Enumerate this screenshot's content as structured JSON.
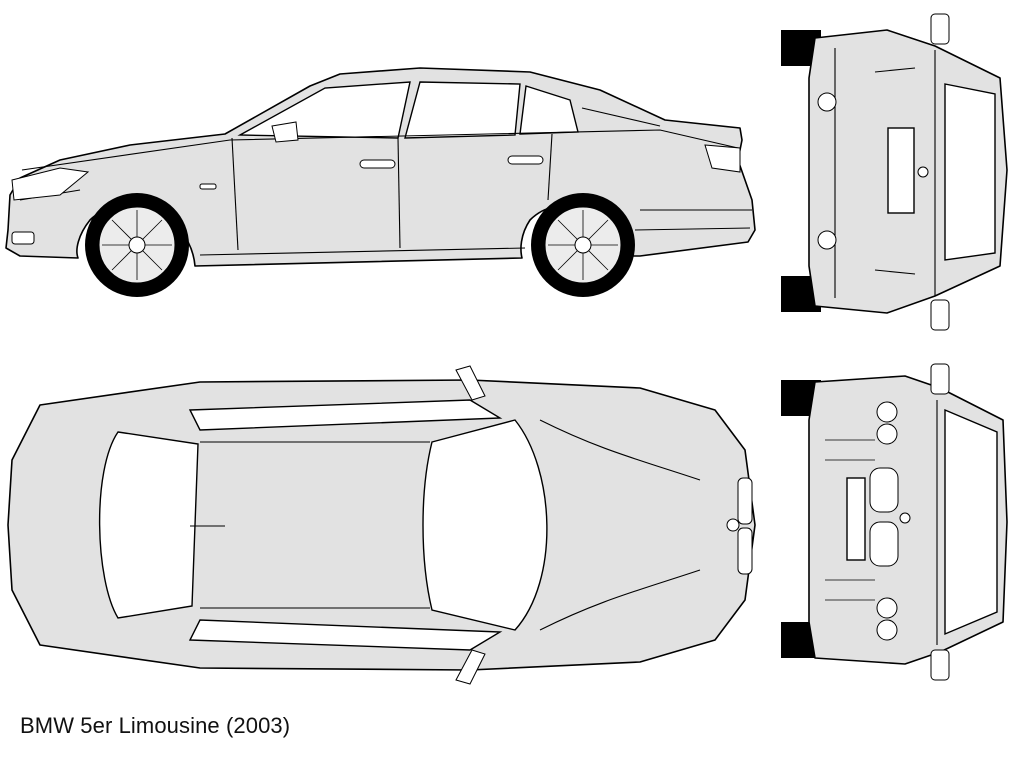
{
  "caption": "BMW 5er Limousine (2003)",
  "colors": {
    "body_fill": "#e2e2e2",
    "outline": "#000000",
    "background": "#ffffff"
  },
  "views": [
    {
      "id": "side",
      "description_icon": "car-side-view"
    },
    {
      "id": "rear",
      "description_icon": "car-rear-view"
    },
    {
      "id": "top",
      "description_icon": "car-top-view"
    },
    {
      "id": "front",
      "description_icon": "car-front-view"
    }
  ]
}
